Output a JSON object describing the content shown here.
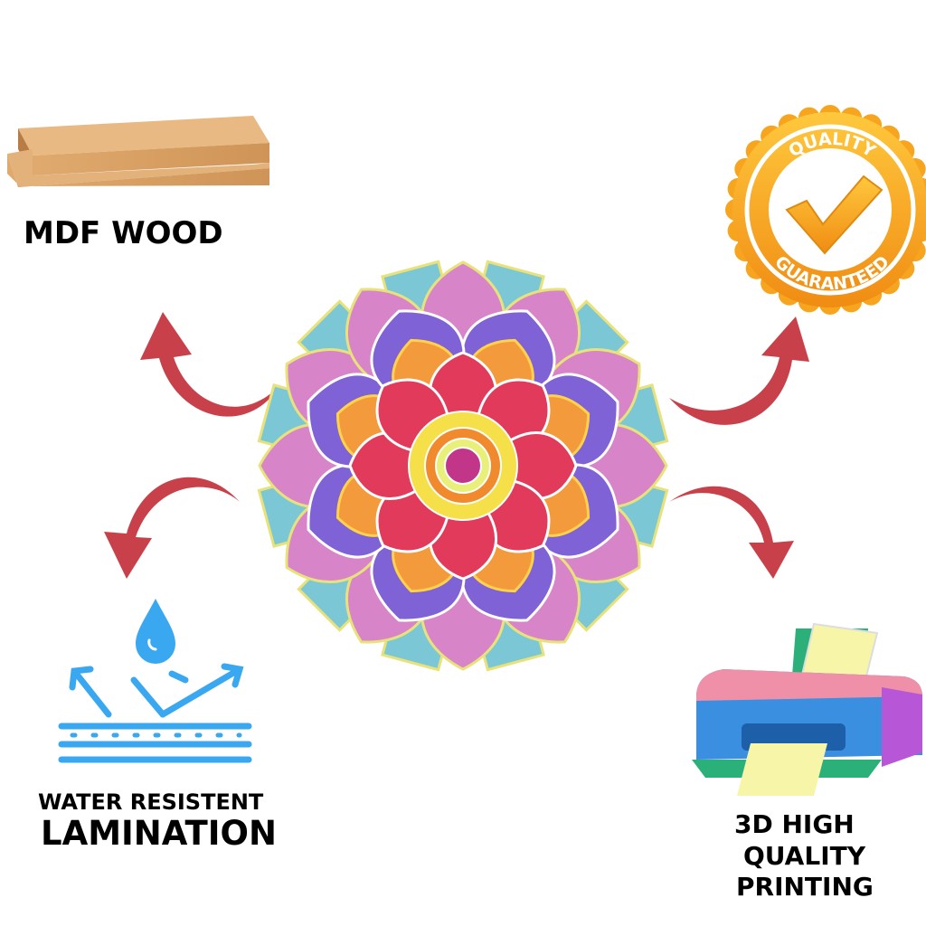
{
  "labels": {
    "mdf": "MDF WOOD",
    "water_line1": "WATER RESISTENT",
    "water_line2": "LAMINATION",
    "print_line1": "3D HIGH",
    "print_line2": "QUALITY",
    "print_line3": "PRINTING"
  },
  "badge": {
    "top_text": "QUALITY",
    "bottom_text": "GUARANTEED"
  },
  "icons": [
    "wood-planks-icon",
    "quality-badge-icon",
    "water-drop-icon",
    "printer-icon",
    "mandala-image",
    "curved-arrow-icon"
  ],
  "colors": {
    "arrow": "#c8414a",
    "water": "#3aa8f0",
    "badge": "#f5a623",
    "wood": "#d9a066"
  }
}
